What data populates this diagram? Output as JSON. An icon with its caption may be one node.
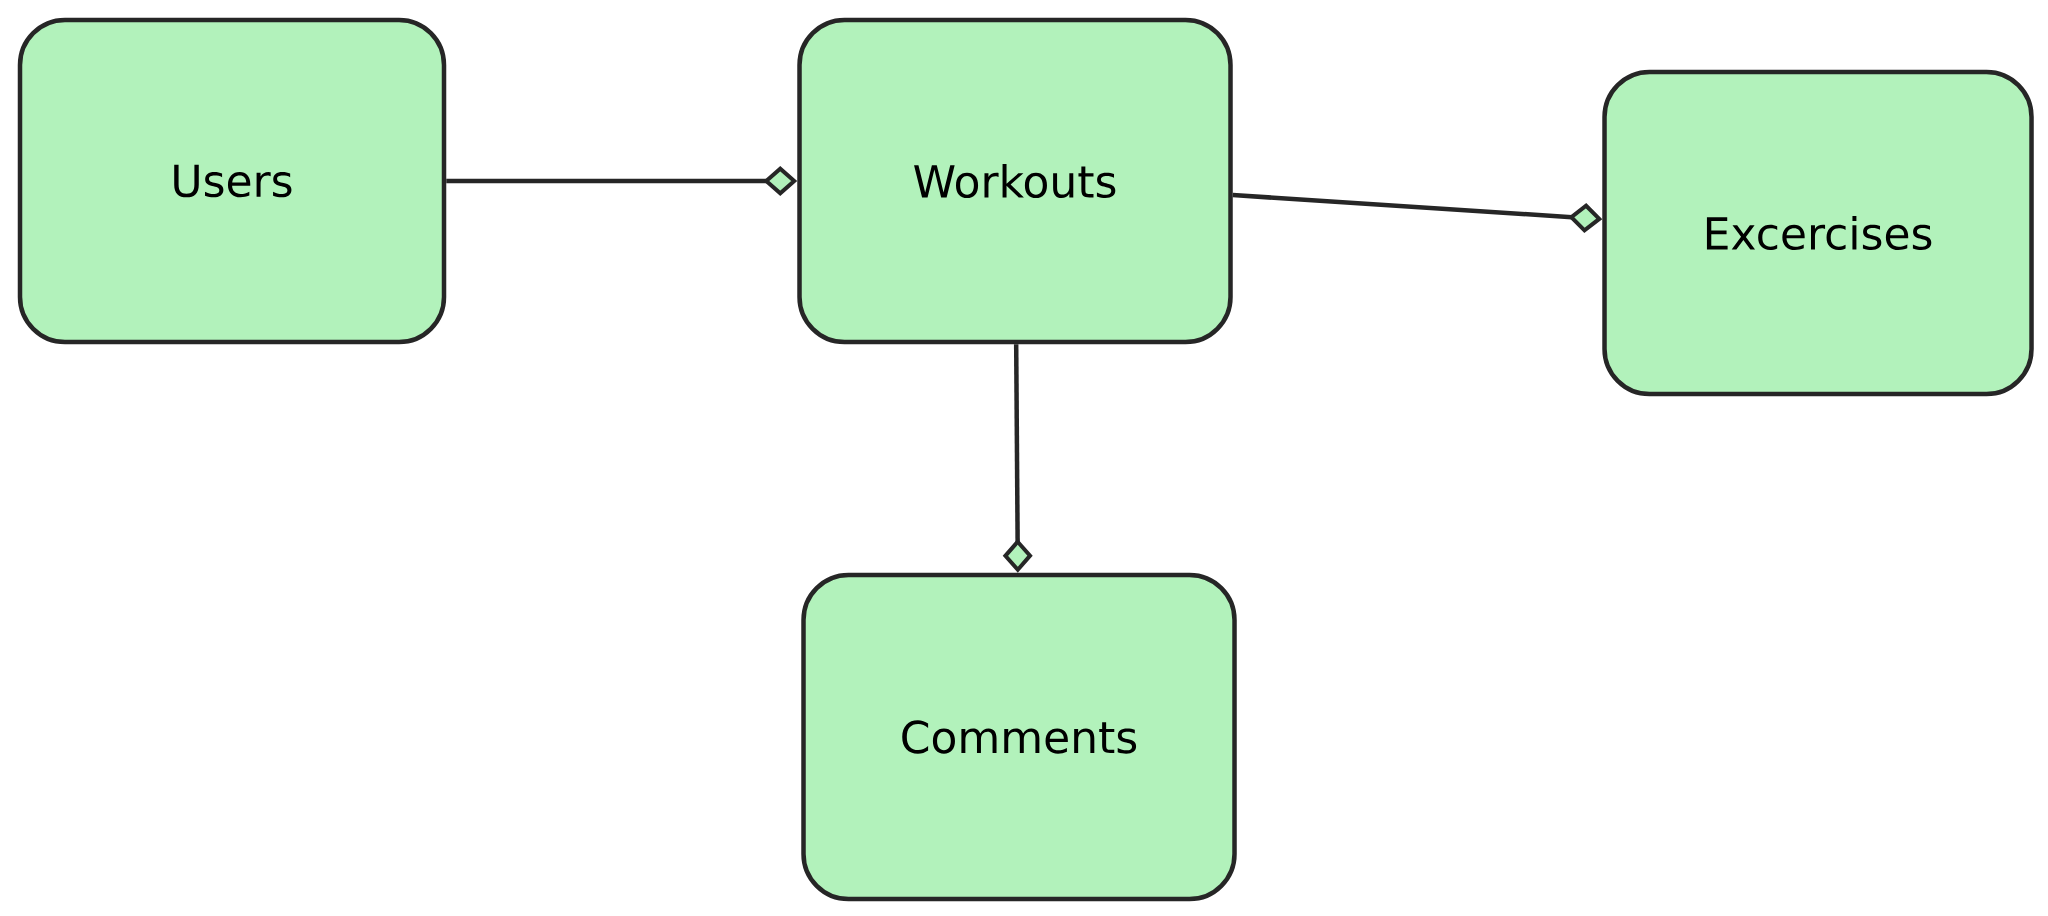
{
  "diagram": {
    "nodes": [
      {
        "text": [
          "Users"
        ]
      },
      {
        "text": [
          "Workouts"
        ]
      },
      {
        "text": [
          "Excercises"
        ]
      },
      {
        "text": [
          "Comments"
        ]
      }
    ],
    "edges": [
      {
        "from": 0,
        "to": 1,
        "arrow": "other"
      },
      {
        "from": 1,
        "to": 2,
        "arrow": "other"
      },
      {
        "from": 1,
        "to": 3,
        "arrow": "other"
      }
    ]
  }
}
